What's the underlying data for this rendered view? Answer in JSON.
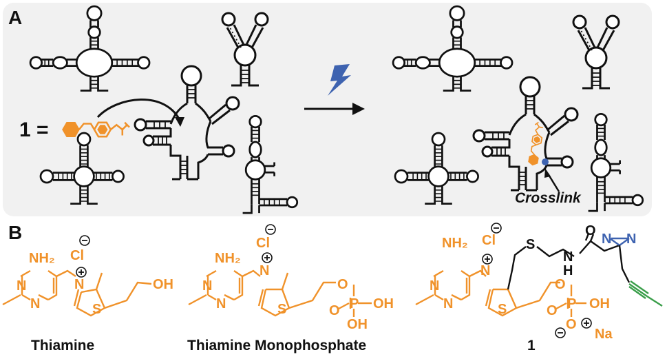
{
  "panel_a": {
    "label": "A",
    "compound_prefix": "1 =",
    "crosslink_label": "Crosslink"
  },
  "panel_b": {
    "label": "B",
    "structures": [
      {
        "name": "Thiamine",
        "atoms": {
          "nh2": "NH₂",
          "cl": "Cl",
          "n": "N",
          "n_plus": "N",
          "s": "S",
          "oh": "OH"
        }
      },
      {
        "name": "Thiamine Monophosphate",
        "atoms": {
          "nh2": "NH₂",
          "cl": "Cl",
          "n": "N",
          "n_plus": "N",
          "s": "S",
          "o": "O",
          "p": "P",
          "oh": "OH"
        }
      },
      {
        "name": "1",
        "atoms": {
          "nh2": "NH₂",
          "cl": "Cl",
          "n": "N",
          "n_plus": "N",
          "s": "S",
          "o": "O",
          "p": "P",
          "oh": "OH",
          "na": "Na",
          "nh": "N",
          "h": "H",
          "diazirine_n": "N"
        }
      }
    ]
  },
  "colors": {
    "orange": "#f0922a",
    "blue": "#3e63b0",
    "green": "#3a9e4a",
    "black": "#111111",
    "panel_bg": "#f1f1f1"
  }
}
